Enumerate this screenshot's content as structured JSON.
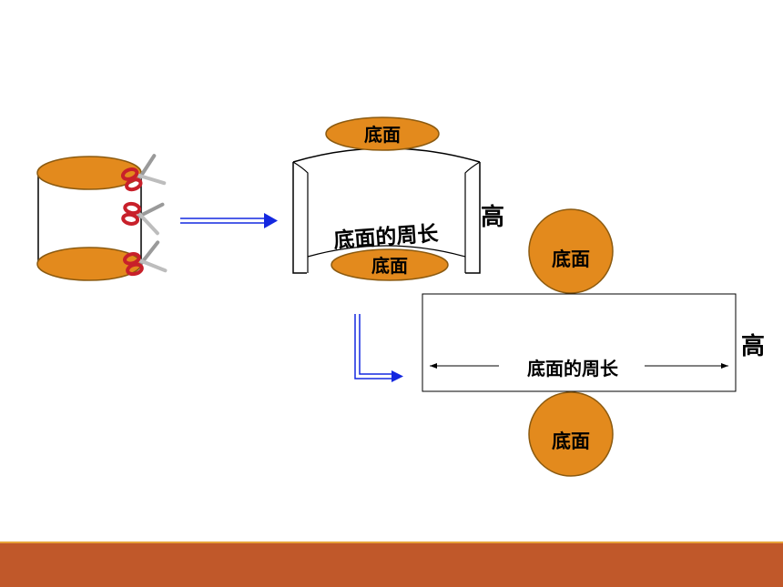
{
  "labels": {
    "base": "底面",
    "circumference": "底面的周长",
    "height": "高"
  },
  "colors": {
    "base_fill": "#E38A1D",
    "base_stroke": "#8B5A10",
    "arrow": "#1428E0",
    "footer_band": "#C0582A",
    "footer_line": "#E8A33A",
    "scissors_handle": "#C8202A",
    "scissors_blade": "#C8C8C8"
  },
  "icons": {
    "scissors": "scissors-icon"
  }
}
